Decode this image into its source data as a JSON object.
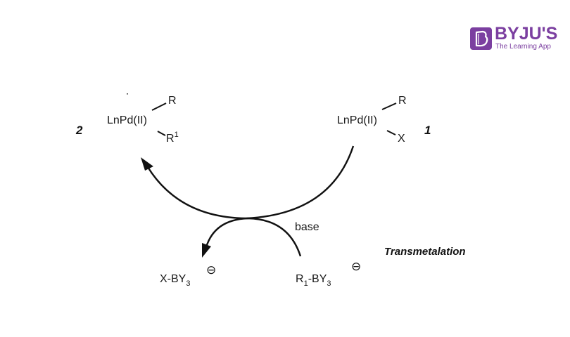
{
  "logo": {
    "brand": "BYJU'S",
    "tagline": "The Learning App",
    "brand_color": "#7b3fa0",
    "icon": "byjus-b-icon"
  },
  "compound_2": {
    "number": "2",
    "core": "LnPd(II)",
    "upper_ligand": "R",
    "lower_ligand": "R",
    "lower_ligand_superscript": "1"
  },
  "compound_1": {
    "number": "1",
    "core": "LnPd(II)",
    "upper_ligand": "R",
    "lower_ligand": "X"
  },
  "reagents": {
    "base_label": "base",
    "product_left": {
      "prefix": "X-BY",
      "subscript": "3",
      "charge": "⊖"
    },
    "reactant_right": {
      "prefix": "R",
      "prefix_subscript": "1",
      "middle": "-BY",
      "subscript": "3",
      "charge": "⊖"
    }
  },
  "step_title": "Transmetalation",
  "colors": {
    "line": "#111111",
    "text": "#1a1a1a"
  }
}
